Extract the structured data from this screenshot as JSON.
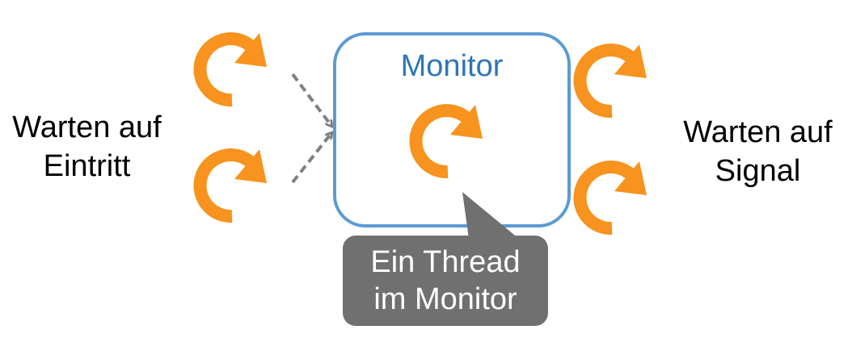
{
  "left_label": {
    "line1": "Warten auf",
    "line2": "Eintritt"
  },
  "right_label": {
    "line1": "Warten auf",
    "line2": "Signal"
  },
  "monitor": {
    "title": "Monitor"
  },
  "callout": {
    "line1": "Ein Thread",
    "line2": "im Monitor"
  },
  "colors": {
    "thread": "#F7931E",
    "monitor_border": "#5B9BD5",
    "monitor_title": "#2E75B6",
    "arrow": "#808080",
    "callout_bg": "#707070",
    "callout_text": "#FFFFFF"
  },
  "icons": [
    "thread-cycle-icon",
    "dashed-arrow-icon"
  ]
}
